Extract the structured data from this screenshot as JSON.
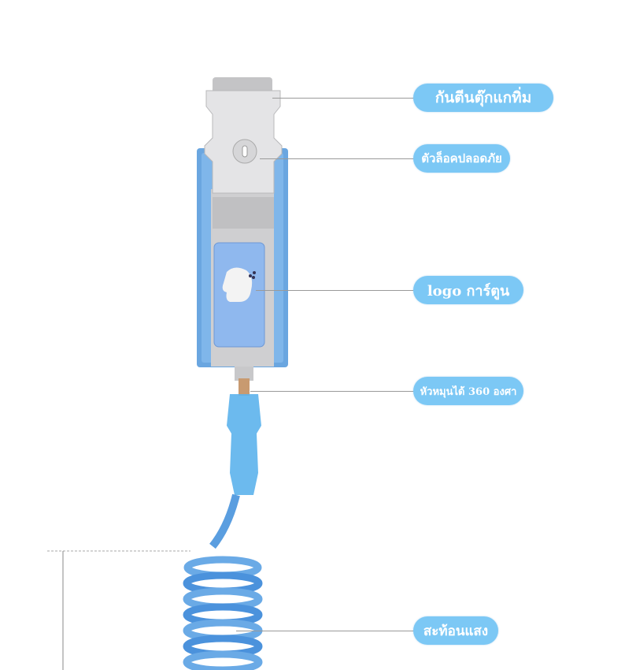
{
  "labels": {
    "anti_pinch": "กันตีนตุ๊กแกทิ่ม",
    "safety_lock": "ตัวล็อคปลอดภัย",
    "cartoon_logo": "logo การ์ตูน",
    "rotate_360": "หัวหมุนได้ 360 องศา",
    "reflective": "สะท้อนแสง"
  },
  "colors": {
    "pill": "#7cc8f5",
    "band": "#6aa6e0",
    "strap": "#c9c9cb"
  }
}
